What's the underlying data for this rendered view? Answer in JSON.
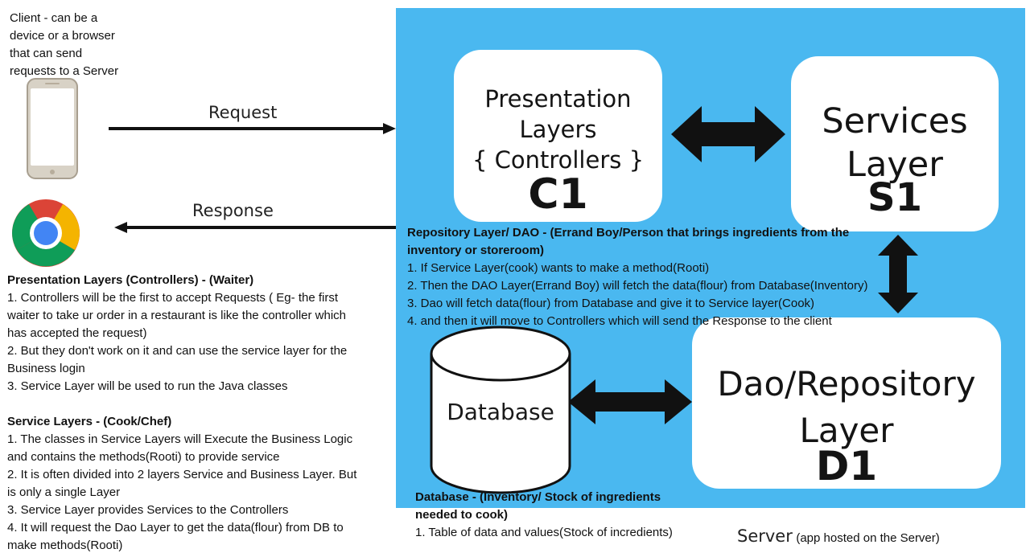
{
  "client": {
    "caption_lines": [
      "Client - can be a",
      "device or a browser",
      "that can send",
      "requests to a Server"
    ]
  },
  "arrows": {
    "request_label": "Request",
    "response_label": "Response"
  },
  "server": {
    "label": "Server",
    "sublabel": "(app hosted on the Server)",
    "background_color": "#4ab8f0"
  },
  "boxes": {
    "presentation": {
      "title_lines": [
        "Presentation",
        "Layers",
        "{ Controllers }"
      ],
      "code": "C1"
    },
    "services": {
      "title_lines": [
        "Services",
        "Layer"
      ],
      "code": "S1"
    },
    "dao": {
      "title_lines": [
        "Dao/Repository",
        "Layer"
      ],
      "code": "D1"
    },
    "database": {
      "label": "Database"
    }
  },
  "notes": {
    "presentation": {
      "heading": "Presentation Layers (Controllers) - (Waiter)",
      "lines": [
        "1. Controllers will be the first to accept Requests ( Eg- the first",
        "waiter to take ur order in a restaurant is like the controller which",
        "has accepted the request)",
        "2. But they don't work on it and can use the service layer for the",
        "Business login",
        "3. Service Layer will be used to run the Java classes"
      ]
    },
    "service": {
      "heading": "Service Layers - (Cook/Chef)",
      "lines": [
        "1. The classes in Service Layers will Execute the Business Logic",
        "and contains the methods(Rooti) to provide service",
        "2. It is often divided into 2 layers Service and Business Layer. But",
        "is only a single Layer",
        "3. Service Layer provides Services to the Controllers",
        "4. It will request the Dao Layer to get the data(flour) from DB to",
        "make methods(Rooti)"
      ]
    },
    "repository": {
      "heading_lines": [
        "Repository Layer/ DAO - (Errand Boy/Person that brings ingredients from the",
        "inventory or storeroom)"
      ],
      "lines": [
        "1. If Service Layer(cook) wants to make a method(Rooti)",
        "2. Then the DAO Layer(Errand Boy) will fetch the data(flour) from Database(Inventory)",
        "3. Dao will fetch data(flour) from Database and give it to Service layer(Cook)",
        "4. and then it will move to Controllers which will send the Response to the client"
      ]
    },
    "database": {
      "heading_lines": [
        "Database - (Inventory/ Stock of ingredients",
        "needed to cook)"
      ],
      "lines": [
        "1. Table of data and values(Stock of incredients)"
      ]
    }
  }
}
